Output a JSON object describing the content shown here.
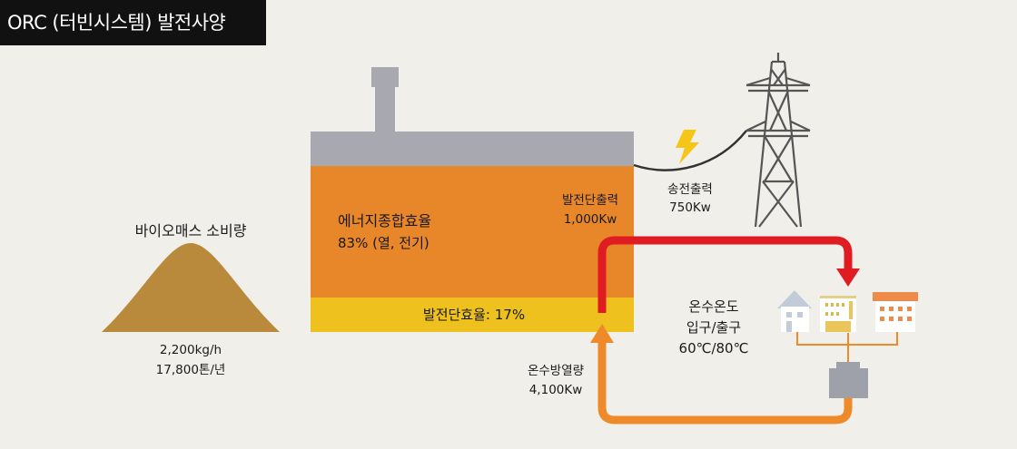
{
  "title": "ORC (터빈시스템) 발전사양",
  "biomass": {
    "heading": "바이오매스 소비량",
    "rate_hourly": "2,200kg/h",
    "rate_yearly": "17,800톤/년"
  },
  "plant": {
    "efficiency_label": "에너지종합효율",
    "efficiency_value": "83% (열, 전기)",
    "gen_output_label": "발전단출력",
    "gen_output_value": "1,000Kw",
    "gen_efficiency": "발전단효율: 17%"
  },
  "transmission": {
    "label": "송전출력",
    "value": "750Kw"
  },
  "hot_water": {
    "temp_label": "온수온도",
    "inout_label": "입구/출구",
    "temp_value": "60℃/80℃",
    "heat_label": "온수방열량",
    "heat_value": "4,100Kw"
  },
  "colors": {
    "title_bg": "#111111",
    "background": "#f1efea",
    "biomass_pile": "#b98a3c",
    "plant_roof": "#a8a9b0",
    "plant_body": "#e8862a",
    "efficiency_band": "#eec11e",
    "supply_pipe": "#e01c23",
    "return_pipe": "#ee8a2a",
    "lightning": "#f5c518",
    "tower": "#555555"
  },
  "icons": [
    "lightning-icon",
    "transmission-tower-icon",
    "house-icon",
    "building-icon",
    "apartment-icon",
    "heat-exchanger-icon"
  ]
}
